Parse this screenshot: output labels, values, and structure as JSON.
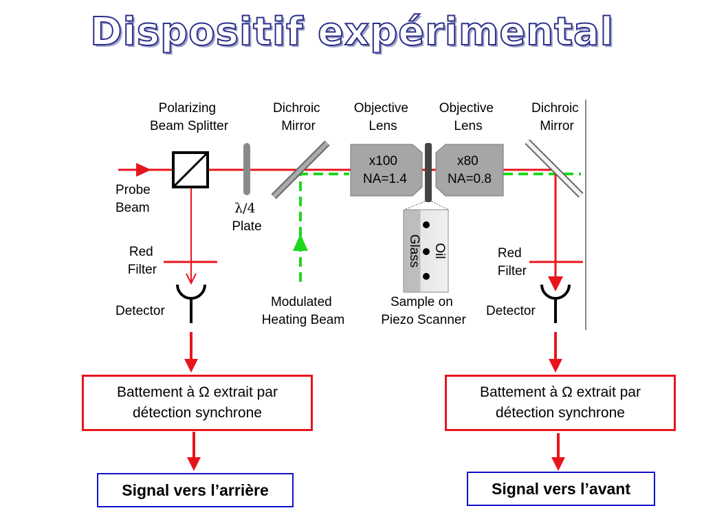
{
  "title": "Dispositif expérimental",
  "labels": {
    "polarizing_beam_splitter": [
      "Polarizing",
      "Beam Splitter"
    ],
    "dichroic_mirror_left": [
      "Dichroic",
      "Mirror"
    ],
    "objective_lens_left": [
      "Objective",
      "Lens"
    ],
    "objective_lens_right": [
      "Objective",
      "Lens"
    ],
    "dichroic_mirror_right": [
      "Dichroic",
      "Mirror"
    ],
    "probe_beam": [
      "Probe",
      "Beam"
    ],
    "quarter_wave_plate": [
      "λ/4",
      "Plate"
    ],
    "objective_left_spec": [
      "x100",
      "NA=1.4"
    ],
    "objective_right_spec": [
      "x80",
      "NA=0.8"
    ],
    "oil": "Oil",
    "glass": "Glass",
    "red_filter_left": [
      "Red",
      "Filter"
    ],
    "red_filter_right": [
      "Red",
      "Filter"
    ],
    "detector_left": "Detector",
    "detector_right": "Detector",
    "modulated_heating_beam": [
      "Modulated",
      "Heating Beam"
    ],
    "sample_on_piezo": [
      "Sample on",
      "Piezo Scanner"
    ]
  },
  "boxes": {
    "left_process": [
      "Battement à Ω extrait par",
      "détection synchrone"
    ],
    "right_process": [
      "Battement à Ω extrait par",
      "détection synchrone"
    ],
    "left_signal": "Signal vers l’arrière",
    "right_signal": "Signal vers l’avant"
  },
  "colors": {
    "probe_beam": "#e8141b",
    "heating_beam": "#1ed81e",
    "title_outline": "#2b2f8a",
    "signal_box_border": "#1010c8"
  }
}
